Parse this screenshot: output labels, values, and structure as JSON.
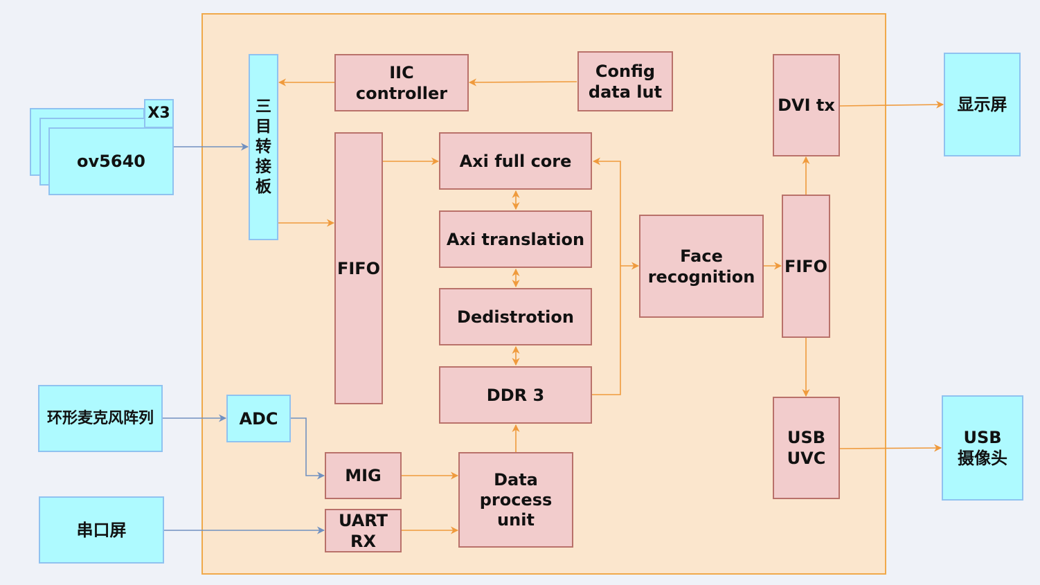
{
  "colors": {
    "page_bg": "#eff2f8",
    "fpga_region_fill": "#fbe6cd",
    "fpga_region_border": "#f0a94a",
    "external_block_fill": "#aefaff",
    "external_block_border": "#8fc2f0",
    "internal_block_fill": "#f2cccc",
    "internal_block_border": "#b9716a",
    "orange_wire": "#ef9a3c",
    "blue_wire": "#7090c0"
  },
  "blocks": {
    "ov5640": "ov5640",
    "ov5640_count": "X3",
    "tri_camera_adapter": "三\n目\n转\n接\n板",
    "iic_controller": "IIC\ncontroller",
    "config_data_lut": "Config\ndata lut",
    "fifo_left": "FIFO",
    "axi_full_core": "Axi full core",
    "axi_translation": "Axi translation",
    "dedistortion": "Dedistrotion",
    "ddr3": "DDR 3",
    "face_recognition": "Face\nrecognition",
    "fifo_right": "FIFO",
    "dvi_tx": "DVI tx",
    "display": "显示屏",
    "usb_uvc": "USB\nUVC",
    "usb_camera": "USB\n摄像头",
    "mic_array": "环形麦克风阵列",
    "adc": "ADC",
    "mig": "MIG",
    "uart_rx": "UART\nRX",
    "data_process_unit": "Data\nprocess\nunit",
    "serial_screen": "串口屏"
  },
  "connections": [
    {
      "from": "ov5640",
      "to": "tri_camera_adapter",
      "color": "blue"
    },
    {
      "from": "config_data_lut",
      "to": "iic_controller",
      "color": "orange"
    },
    {
      "from": "iic_controller",
      "to": "tri_camera_adapter",
      "color": "orange"
    },
    {
      "from": "tri_camera_adapter",
      "to": "fifo_left",
      "color": "orange"
    },
    {
      "from": "fifo_left",
      "to": "axi_full_core",
      "color": "orange"
    },
    {
      "from": "axi_full_core",
      "to": "axi_translation",
      "color": "orange",
      "bidirectional": true
    },
    {
      "from": "axi_translation",
      "to": "dedistortion",
      "color": "orange",
      "bidirectional": true
    },
    {
      "from": "dedistortion",
      "to": "ddr3",
      "color": "orange",
      "bidirectional": true
    },
    {
      "from": "ddr3",
      "to": "axi_full_core",
      "color": "orange"
    },
    {
      "from": "ddr3",
      "to": "face_recognition",
      "color": "orange"
    },
    {
      "from": "face_recognition",
      "to": "fifo_right",
      "color": "orange"
    },
    {
      "from": "fifo_right",
      "to": "dvi_tx",
      "color": "orange"
    },
    {
      "from": "fifo_right",
      "to": "usb_uvc",
      "color": "orange"
    },
    {
      "from": "dvi_tx",
      "to": "display",
      "color": "orange"
    },
    {
      "from": "usb_uvc",
      "to": "usb_camera",
      "color": "orange"
    },
    {
      "from": "mic_array",
      "to": "adc",
      "color": "blue"
    },
    {
      "from": "adc",
      "to": "mig",
      "color": "blue"
    },
    {
      "from": "serial_screen",
      "to": "uart_rx",
      "color": "blue"
    },
    {
      "from": "mig",
      "to": "data_process_unit",
      "color": "orange"
    },
    {
      "from": "uart_rx",
      "to": "data_process_unit",
      "color": "orange"
    },
    {
      "from": "data_process_unit",
      "to": "ddr3",
      "color": "orange"
    }
  ]
}
